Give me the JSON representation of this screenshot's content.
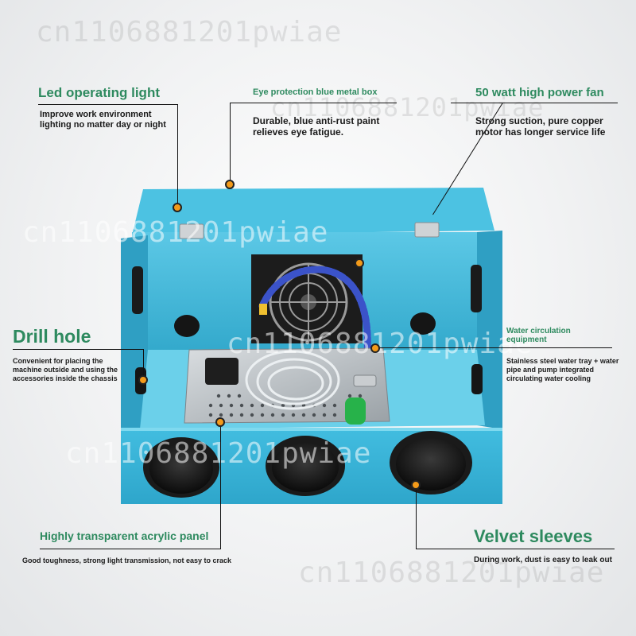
{
  "watermark": "cn1106881201pwiae",
  "annotations": {
    "led": {
      "title": "Led operating light",
      "desc": "Improve work environment lighting no matter day or night"
    },
    "box": {
      "title": "Eye protection blue metal box",
      "desc": "Durable, blue anti-rust paint relieves eye fatigue."
    },
    "fan": {
      "title": "50 watt high power fan",
      "desc": "Strong suction, pure copper motor has longer service life"
    },
    "drill": {
      "title": "Drill hole",
      "desc": "Convenient for placing the machine outside and using the accessories inside the chassis"
    },
    "water": {
      "title": "Water circulation equipment",
      "desc": "Stainless steel water tray + water pipe and pump integrated circulating water cooling"
    },
    "acrylic": {
      "title": "Highly transparent acrylic panel",
      "desc": "Good toughness, strong light transmission, not easy to crack"
    },
    "velvet": {
      "title": "Velvet sleeves",
      "desc": "During work, dust is easy to leak out"
    }
  },
  "colors": {
    "box_blue": "#3db8d9",
    "title_green": "#2e8a5f",
    "marker_orange": "#f39a1a"
  }
}
